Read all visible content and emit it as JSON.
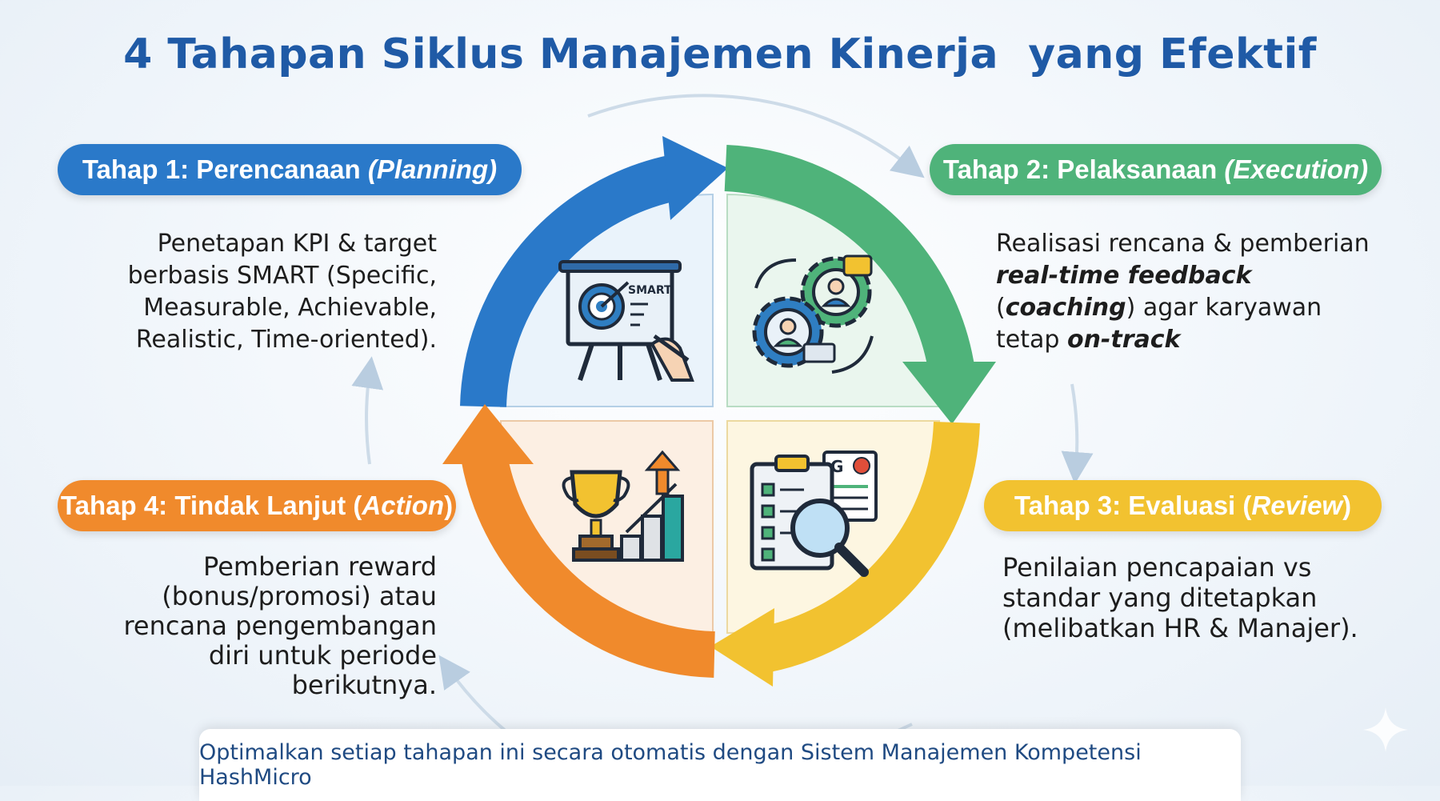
{
  "title": "4 Tahapan Siklus Manajemen Kinerja  yang Efektif",
  "stages": [
    {
      "label_prefix": "Tahap 1: Perencanaan ",
      "label_italic": "(Planning)",
      "description": "Penetapan KPI & target berbasis SMART (Specific, Measurable, Achievable, Realistic, Time-oriented).",
      "color": "#2a79c9"
    },
    {
      "label_prefix": "Tahap 2: Pelaksanaan ",
      "label_italic": "(Execution)",
      "desc_parts": [
        "Realisasi rencana & pemberian ",
        "real-time feedback",
        " (",
        "coaching",
        ") agar karyawan tetap ",
        "on-track"
      ],
      "color": "#4fb37a"
    },
    {
      "label_prefix": "Tahap 3: Evaluasi (",
      "label_italic": "Review",
      "label_suffix": ")",
      "description": "Penilaian pencapaian vs standar yang ditetapkan (melibatkan HR & Manajer).",
      "color": "#f2c230"
    },
    {
      "label_prefix": "Tahap 4: Tindak Lanjut (",
      "label_italic": "Action",
      "label_suffix": ")",
      "description": "Pemberian reward (bonus/promosi) atau rencana pengembangan diri untuk periode berikutnya.",
      "color": "#f08a2c"
    }
  ],
  "icons": [
    "presentation-board-target-icon",
    "gears-people-feedback-icon",
    "clipboard-magnifier-icon",
    "trophy-growth-chart-icon"
  ],
  "smart_label": "SMART",
  "footer": "Optimalkan setiap tahapan ini secara otomatis dengan Sistem Manajemen Kompetensi HashMicro"
}
